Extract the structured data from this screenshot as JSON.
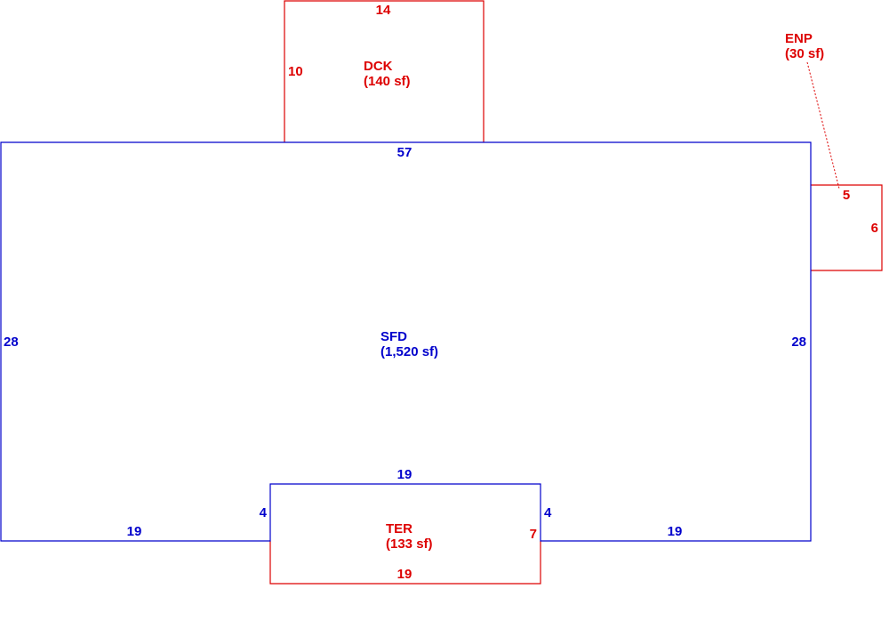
{
  "colors": {
    "main_structure": "#0000cc",
    "secondary_structure": "#dd0000"
  },
  "areas": {
    "sfd": {
      "code": "SFD",
      "area": "(1,520 sf)",
      "dims": {
        "top": "57",
        "left": "28",
        "right": "28",
        "bottom_left": "19",
        "bottom_right": "19",
        "notch_top": "19",
        "notch_left": "4",
        "notch_right": "4"
      }
    },
    "dck": {
      "code": "DCK",
      "area": "(140 sf)",
      "dims": {
        "top": "14",
        "left": "10"
      }
    },
    "enp": {
      "code": "ENP",
      "area": "(30 sf)",
      "dims": {
        "top": "5",
        "right": "6"
      }
    },
    "ter": {
      "code": "TER",
      "area": "(133 sf)",
      "dims": {
        "bottom": "19",
        "right": "7"
      }
    }
  }
}
